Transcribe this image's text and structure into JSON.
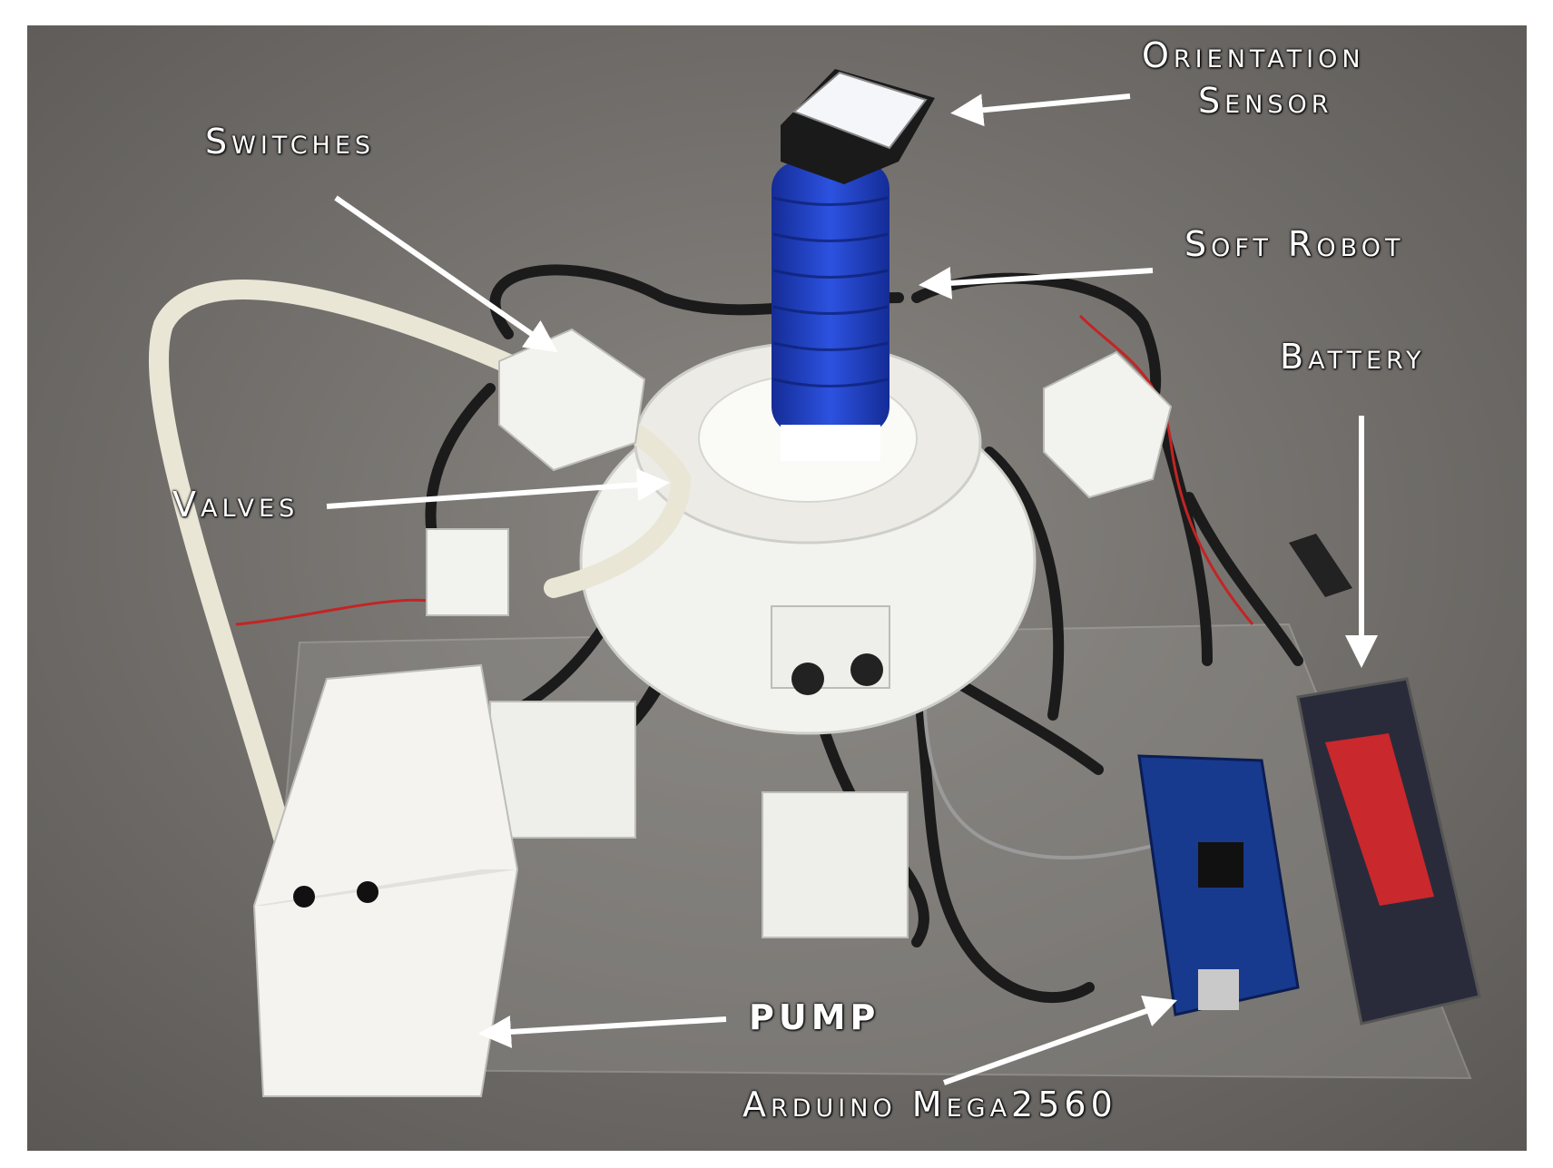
{
  "figure": {
    "labels": {
      "orientation_sensor_line1": "Orientation",
      "orientation_sensor_line2": "Sensor",
      "switches": "Switches",
      "soft_robot": "Soft Robot",
      "battery": "Battery",
      "valves": "Valves",
      "pump": "PUMP",
      "arduino": "Arduino Mega2560"
    },
    "colors": {
      "background": "#6d6a66",
      "robot_blue": "#1f3fc6",
      "white_parts": "#f2f2ee",
      "tube": "#e9e6d6",
      "cable": "#1b1b1b",
      "arduino_pcb": "#173a8f",
      "battery_red": "#c9282c",
      "arrow": "#ffffff"
    }
  }
}
